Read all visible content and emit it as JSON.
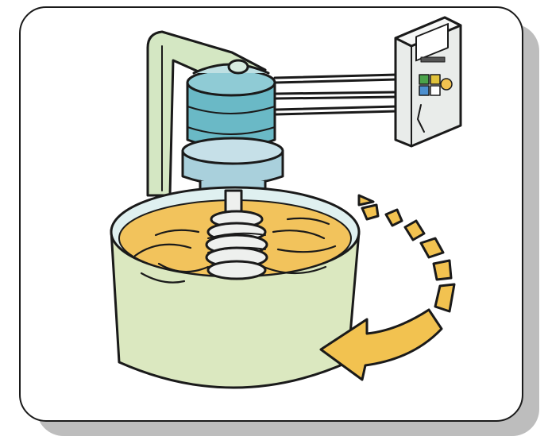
{
  "illustration": {
    "subject": "mixer-motor-driven-by-inverter",
    "components": [
      "support-arm",
      "motor",
      "motor-flange",
      "drive-shaft",
      "screw-impeller",
      "mixing-tank",
      "paste-contents",
      "inverter-drive",
      "power-cables",
      "rotation-arrow"
    ]
  },
  "colors": {
    "frame_border": "#1a1a1a",
    "frame_shadow": "#bdbdbd",
    "support_arm": "#d4e7c3",
    "motor_body": "#6ab9c6",
    "motor_flange": "#a9d0dc",
    "tank_body": "#dbe8c0",
    "tank_rim": "#dff0f0",
    "paste": "#f2c35c",
    "screw": "#eef0ee",
    "inverter_case": "#e9ecea",
    "rotation_arrow": "#f2c250",
    "outline": "#1a1a1a"
  }
}
